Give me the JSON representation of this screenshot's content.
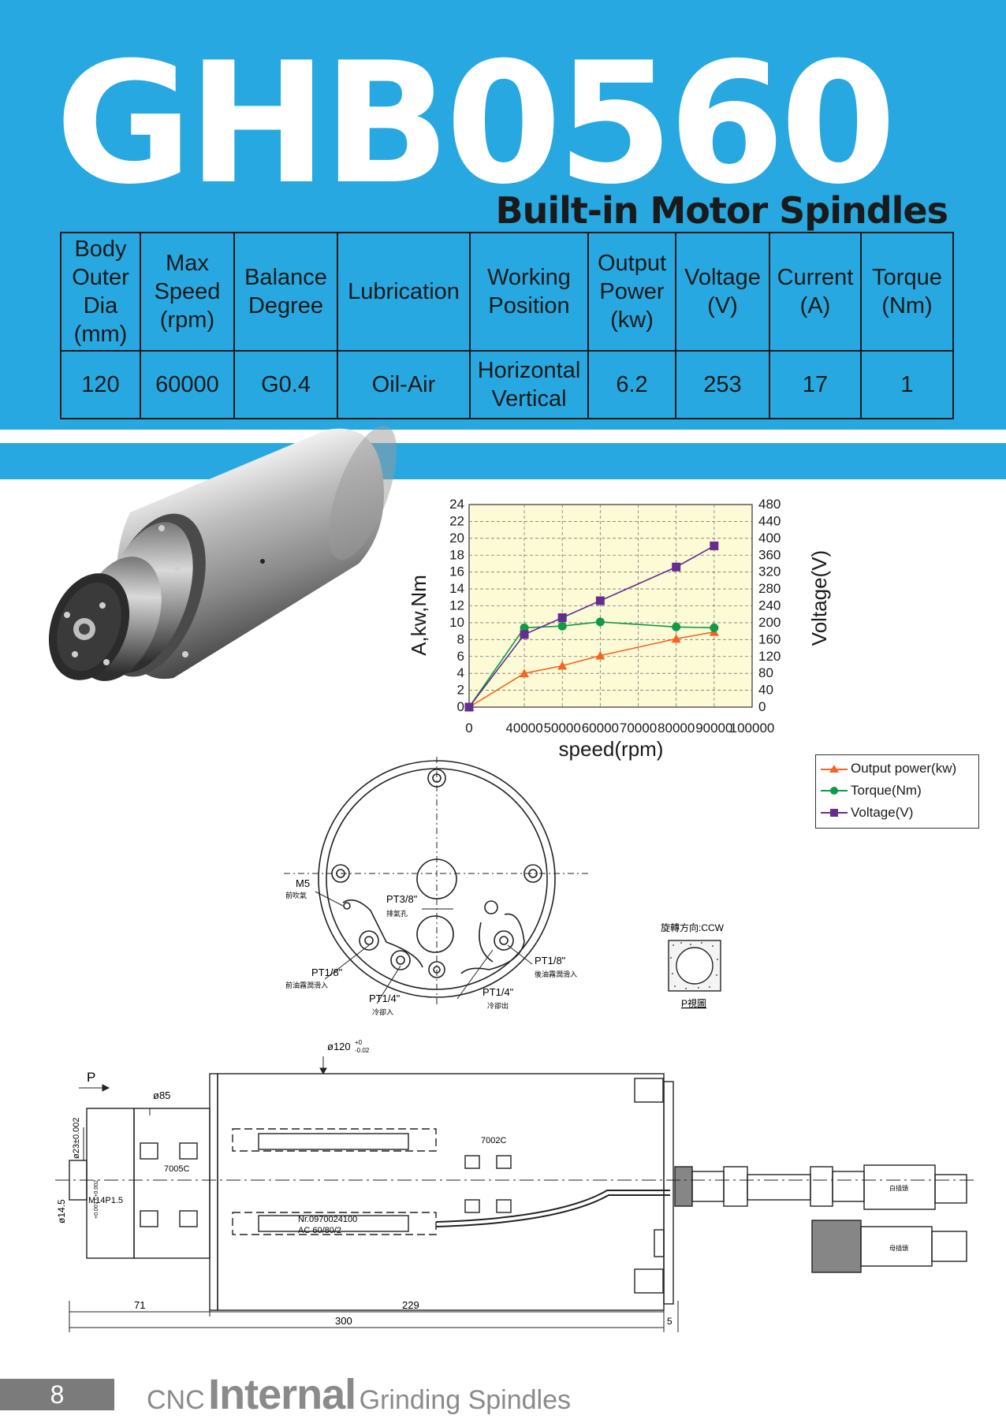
{
  "header": {
    "model": "GHB0560",
    "subtitle": "Built-in Motor Spindles"
  },
  "spec_table": {
    "headers": [
      "Body\nOuter\nDia\n(mm)",
      "Max\nSpeed\n(rpm)",
      "Balance\nDegree",
      "Lubrication",
      "Working\nPosition",
      "Output\nPower\n(kw)",
      "Voltage\n(V)",
      "Current\n(A)",
      "Torque\n(Nm)"
    ],
    "values": [
      "120",
      "60000",
      "G0.4",
      "Oil-Air",
      "Horizontal\nVertical",
      "6.2",
      "253",
      "17",
      "1"
    ]
  },
  "chart_data": {
    "type": "line",
    "xlabel": "speed(rpm)",
    "ylabel": "A,kw,Nm",
    "y2label": "Voltage(V)",
    "xlim": [
      0,
      100000
    ],
    "ylim": [
      0,
      24
    ],
    "y2lim": [
      0,
      480
    ],
    "x_ticks": [
      "0",
      "40000",
      "50000",
      "60000",
      "70000",
      "80000",
      "90000",
      "100000"
    ],
    "y_ticks": [
      "0",
      "2",
      "4",
      "6",
      "8",
      "10",
      "12",
      "14",
      "16",
      "18",
      "20",
      "22",
      "24"
    ],
    "y2_ticks": [
      "0",
      "40",
      "80",
      "120",
      "160",
      "200",
      "240",
      "280",
      "320",
      "360",
      "400",
      "440",
      "480"
    ],
    "grid": true,
    "legend_position": "bottom-right",
    "series": [
      {
        "name": "Output power(kw)",
        "axis": "left",
        "color": "#f26522",
        "marker": "triangle",
        "x": [
          0,
          40000,
          50000,
          60000,
          80000,
          90000
        ],
        "y": [
          0,
          4,
          4.9,
          6.1,
          8.1,
          8.9
        ]
      },
      {
        "name": "Torque(Nm)",
        "axis": "left",
        "color": "#0f9a48",
        "marker": "circle",
        "x": [
          0,
          40000,
          50000,
          60000,
          80000,
          90000
        ],
        "y": [
          0,
          9.4,
          9.6,
          10.1,
          9.5,
          9.4
        ]
      },
      {
        "name": "Voltage(V)",
        "axis": "right",
        "color": "#662d91",
        "marker": "square",
        "x": [
          0,
          40000,
          50000,
          60000,
          80000,
          90000
        ],
        "y": [
          0,
          172,
          212,
          252,
          332,
          382
        ]
      }
    ]
  },
  "front_view": {
    "labels": {
      "m5": "M5",
      "m5_cn": "前吹氣",
      "pt38": "PT3/8\"",
      "pt38_cn": "排氣孔",
      "pt18_left": "PT1/8\"",
      "pt18_left_cn": "前油霧潤滑入",
      "pt14_left": "PT1/4\"",
      "pt14_left_cn": "冷卻入",
      "pt14_right": "PT1/4\"",
      "pt14_right_cn": "冷卻出",
      "pt18_right": "PT1/8\"",
      "pt18_right_cn": "後油霧潤滑入"
    }
  },
  "p_view": {
    "rotation": "旋轉方向:CCW",
    "caption": "P視圖"
  },
  "side_view": {
    "labels": {
      "p": "P",
      "dia85": "ø85",
      "dia120": "ø120",
      "dia120_tol_upper": "+0",
      "dia120_tol_lower": "-0.02",
      "dia23": "ø23±0.002",
      "dia14": "ø14.5",
      "dia14_tol": "+0.007 / +0.002",
      "thread": "M14P1.5",
      "bearing_front": "7005C",
      "bearing_rear": "7002C",
      "nameplate_1": "Nr.0970024100",
      "nameplate_2": "AC  60/80/2",
      "dim_71": "71",
      "dim_229": "229",
      "dim_300": "300",
      "dim_5": "5",
      "conn_1": "白插頭",
      "conn_2": "母插頭"
    }
  },
  "footer": {
    "page_number": "8",
    "prefix": "CNC",
    "emphasis": "Internal",
    "suffix": "Grinding Spindles"
  },
  "colors": {
    "banner": "#28a8e0",
    "chart_bg": "#fdfbd6",
    "footer_gray": "#7b7b7b"
  }
}
